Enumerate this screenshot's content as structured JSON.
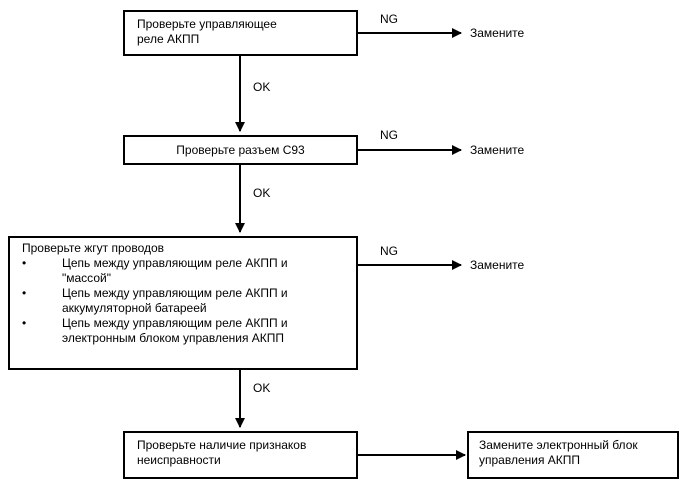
{
  "steps": {
    "step1": {
      "text_line1": "Проверьте управляющее",
      "text_line2": "реле АКПП"
    },
    "step2": {
      "text": "Проверьте разъем С93"
    },
    "step3": {
      "title": "Проверьте жгут проводов",
      "bullets": [
        {
          "line1": "Цепь между управляющим реле АКПП и",
          "line2": "\"массой\""
        },
        {
          "line1": "Цепь между управляющим реле АКПП и",
          "line2": "аккумуляторной батареей"
        },
        {
          "line1": "Цепь между управляющим реле АКПП и",
          "line2": "электронным блоком управления АКПП"
        }
      ]
    },
    "step4": {
      "text_line1": "Проверьте наличие признаков",
      "text_line2": "неисправности"
    },
    "final": {
      "text_line1": "Замените электронный блок",
      "text_line2": "управления АКПП"
    }
  },
  "labels": {
    "ng": "NG",
    "ok": "OK",
    "replace": "Замените"
  }
}
